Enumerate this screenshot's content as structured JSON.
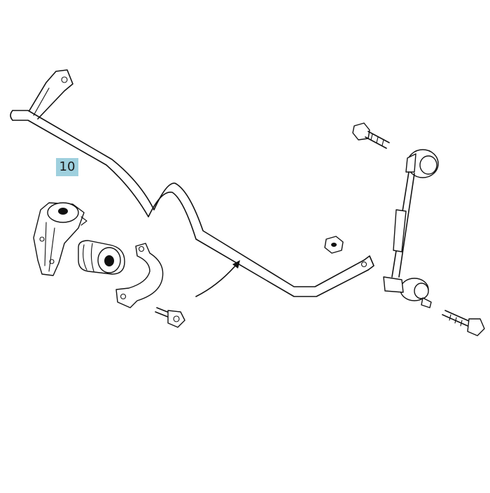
{
  "diagram": {
    "callouts": [
      {
        "label": "10",
        "highlight_color": "#9fd0de"
      }
    ],
    "parts": [
      "stabilizer-bar",
      "mounting-bracket",
      "rubber-bushing",
      "bushing-clamp",
      "clamp-bolt",
      "nut",
      "stabilizer-link",
      "link-upper-bolt",
      "link-lower-bolt",
      "installation-arrow"
    ]
  }
}
